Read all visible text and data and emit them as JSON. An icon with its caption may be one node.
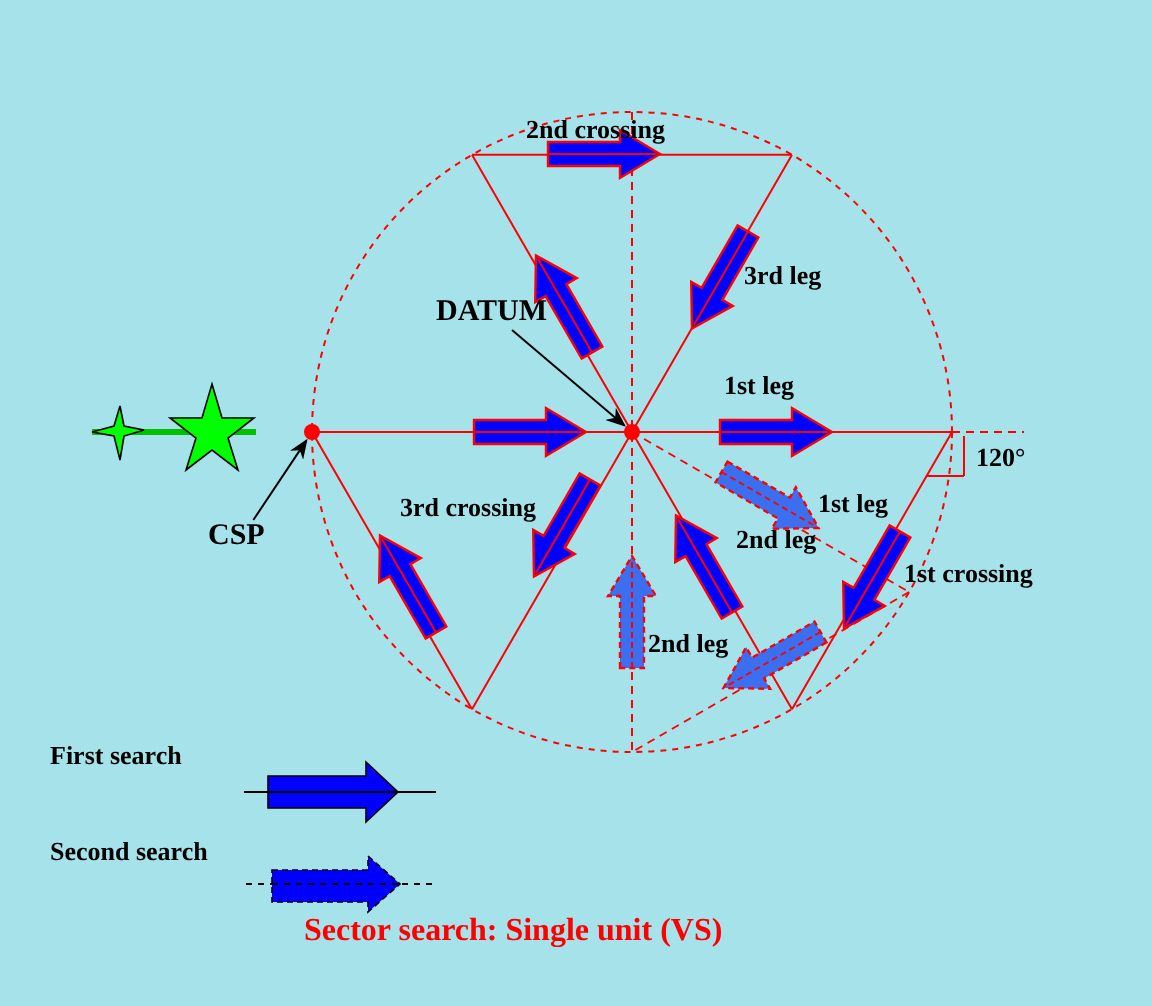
{
  "diagram": {
    "caption": "Sector search: Single unit (VS)",
    "nodes": [
      {
        "text": [
          "DATUM"
        ]
      },
      {
        "text": [],
        "shape": "circle"
      },
      {
        "text": [
          "CSP"
        ]
      },
      {
        "text": [],
        "shape": "circle"
      }
    ],
    "edges": [
      {
        "from": 0,
        "to": 3,
        "arrow": "to"
      },
      {
        "from": 2,
        "to": 1,
        "arrow": "to"
      }
    ],
    "labels": [
      "2nd crossing",
      "3rd leg",
      "1st leg",
      "120°",
      "3rd crossing",
      "1st leg",
      "2nd leg",
      "1st crossing",
      "2nd leg"
    ],
    "legend": [
      {
        "text": "First search"
      },
      {
        "text": "Second search"
      }
    ]
  }
}
